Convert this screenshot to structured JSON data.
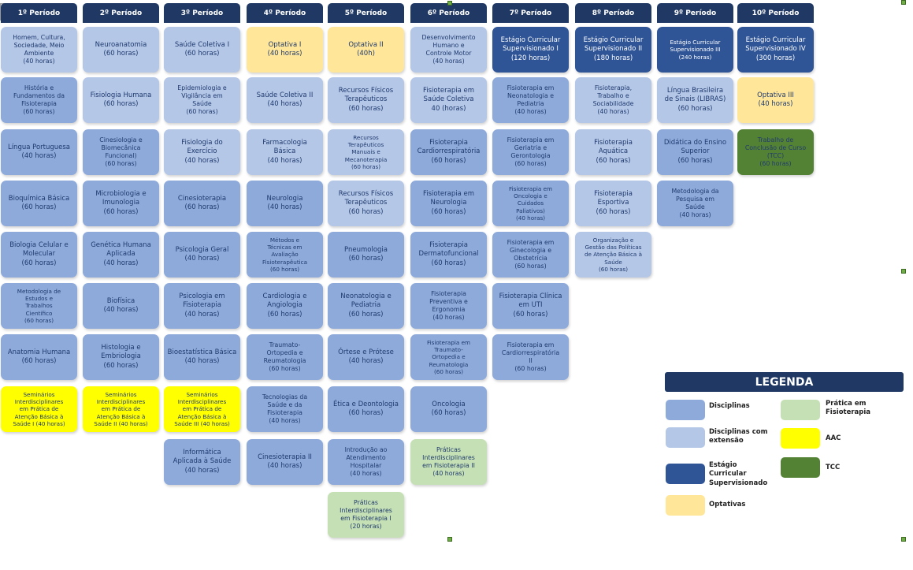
{
  "periods": [
    "1º Período",
    "2º Período",
    "3º Período",
    "4º Período",
    "5º Período",
    "6º Período",
    "7º Período",
    "8º Período",
    "9º Período",
    "10º Período"
  ],
  "courses": [
    {
      "p": 0,
      "r": 0,
      "cat": "ext",
      "text": "Homem, Cultura,\nSociedade, Meio\nAmbiente\n(40 horas)"
    },
    {
      "p": 0,
      "r": 1,
      "cat": "disc",
      "text": "História e\nFundamentos da\nFisioterapia\n(60 horas)"
    },
    {
      "p": 0,
      "r": 2,
      "cat": "disc",
      "text": "Língua Portuguesa\n(40 horas)"
    },
    {
      "p": 0,
      "r": 3,
      "cat": "disc",
      "text": "Bioquímica Básica\n(60 horas)"
    },
    {
      "p": 0,
      "r": 4,
      "cat": "disc",
      "text": "Biologia Celular e\nMolecular\n(60 horas)"
    },
    {
      "p": 0,
      "r": 5,
      "cat": "disc",
      "text": "Metodologia de\nEstudos e\nTrabalhos\nCientífico\n(60 horas)"
    },
    {
      "p": 0,
      "r": 6,
      "cat": "disc",
      "text": "Anatomia Humana\n(60 horas)"
    },
    {
      "p": 0,
      "r": 7,
      "cat": "aac",
      "text": "Seminários\nInterdisciplinares\nem Prática de\nAtenção Básica à\nSaúde I (40 horas)"
    },
    {
      "p": 1,
      "r": 0,
      "cat": "ext",
      "text": "Neuroanatomia\n(60 horas)"
    },
    {
      "p": 1,
      "r": 1,
      "cat": "ext",
      "text": "Fisiologia Humana\n(60 horas)"
    },
    {
      "p": 1,
      "r": 2,
      "cat": "disc",
      "text": "Cinesiologia e\nBiomecânica\nFuncional)\n(60 horas)"
    },
    {
      "p": 1,
      "r": 3,
      "cat": "disc",
      "text": "Microbiologia e\nImunologia\n(60 horas)"
    },
    {
      "p": 1,
      "r": 4,
      "cat": "disc",
      "text": "Genética Humana\nAplicada\n(40 horas)"
    },
    {
      "p": 1,
      "r": 5,
      "cat": "disc",
      "text": "Biofísica\n(40 horas)"
    },
    {
      "p": 1,
      "r": 6,
      "cat": "disc",
      "text": "Histologia e\nEmbriologia\n(60 horas)"
    },
    {
      "p": 1,
      "r": 7,
      "cat": "aac",
      "text": "Seminários\nInterdisciplinares\nem Prática de\nAtenção Básica à\nSaúde II (40 horas)"
    },
    {
      "p": 2,
      "r": 0,
      "cat": "ext",
      "text": "Saúde Coletiva I\n(60 horas)"
    },
    {
      "p": 2,
      "r": 1,
      "cat": "ext",
      "text": "Epidemiologia e\nVigilância em\nSaúde\n(60 horas)"
    },
    {
      "p": 2,
      "r": 2,
      "cat": "ext",
      "text": "Fisiologia do\nExercício\n(40 horas)"
    },
    {
      "p": 2,
      "r": 3,
      "cat": "disc",
      "text": "Cinesioterapia\n(60 horas)"
    },
    {
      "p": 2,
      "r": 4,
      "cat": "disc",
      "text": "Psicologia Geral\n(40 horas)"
    },
    {
      "p": 2,
      "r": 5,
      "cat": "disc",
      "text": "Psicologia em\nFisioterapia\n(40 horas)"
    },
    {
      "p": 2,
      "r": 6,
      "cat": "disc",
      "text": "Bioestatística Básica\n(40 horas)"
    },
    {
      "p": 2,
      "r": 7,
      "cat": "aac",
      "text": "Seminários\nInterdisciplinares\nem Prática de\nAtenção Básica à\nSaúde III (40 horas)"
    },
    {
      "p": 2,
      "r": 8,
      "cat": "disc",
      "text": "Informática\nAplicada à Saúde\n(40 horas)"
    },
    {
      "p": 3,
      "r": 0,
      "cat": "opt",
      "text": "Optativa I\n(40 horas)"
    },
    {
      "p": 3,
      "r": 1,
      "cat": "ext",
      "text": "Saúde Coletiva II\n(40 horas)"
    },
    {
      "p": 3,
      "r": 2,
      "cat": "ext",
      "text": "Farmacologia\nBásica\n(40 horas)"
    },
    {
      "p": 3,
      "r": 3,
      "cat": "disc",
      "text": "Neurologia\n(40 horas)"
    },
    {
      "p": 3,
      "r": 4,
      "cat": "disc",
      "text": "Métodos e\nTécnicas em\nAvaliação\nFisioterapêutica\n(60 horas)"
    },
    {
      "p": 3,
      "r": 5,
      "cat": "disc",
      "text": "Cardiologia e\nAngiologia\n(60 horas)"
    },
    {
      "p": 3,
      "r": 6,
      "cat": "disc",
      "text": "Traumato-\nOrtopedia e\nReumatologia\n(60 horas)"
    },
    {
      "p": 3,
      "r": 7,
      "cat": "disc",
      "text": "Tecnologias da\nSaúde e da\nFisioterapia\n(40 horas)"
    },
    {
      "p": 3,
      "r": 8,
      "cat": "disc",
      "text": "Cinesioterapia II\n(40 horas)"
    },
    {
      "p": 4,
      "r": 0,
      "cat": "opt",
      "text": "Optativa II\n(40h)"
    },
    {
      "p": 4,
      "r": 1,
      "cat": "ext",
      "text": "Recursos Físicos\nTerapêuticos\n(60 horas)"
    },
    {
      "p": 4,
      "r": 2,
      "cat": "ext",
      "text": "Recursos\nTerapêuticos\nManuais e\nMecanoterapia\n(60 horas)"
    },
    {
      "p": 4,
      "r": 3,
      "cat": "ext",
      "text": "Recursos Físicos\nTerapêuticos\n(60 horas)"
    },
    {
      "p": 4,
      "r": 4,
      "cat": "disc",
      "text": "Pneumologia\n(60 horas)"
    },
    {
      "p": 4,
      "r": 5,
      "cat": "disc",
      "text": "Neonatologia e\nPediatria\n(60 horas)"
    },
    {
      "p": 4,
      "r": 6,
      "cat": "disc",
      "text": "Órtese e Prótese\n(40 horas)"
    },
    {
      "p": 4,
      "r": 7,
      "cat": "disc",
      "text": "Ética e Deontologia\n(60 horas)"
    },
    {
      "p": 4,
      "r": 8,
      "cat": "disc",
      "text": "Introdução ao\nAtendimento\nHospitalar\n(40 horas)"
    },
    {
      "p": 4,
      "r": 9,
      "cat": "pra",
      "text": "Práticas\nInterdisciplinares\nem Fisioterapia I\n(20 horas)"
    },
    {
      "p": 5,
      "r": 0,
      "cat": "ext",
      "text": "Desenvolvimento\nHumano e\nControle Motor\n(40 horas)"
    },
    {
      "p": 5,
      "r": 1,
      "cat": "ext",
      "text": "Fisioterapia em\nSaúde Coletiva\n40 (horas)"
    },
    {
      "p": 5,
      "r": 2,
      "cat": "disc",
      "text": "Fisioterapia\nCardiorrespiratória\n(60 horas)"
    },
    {
      "p": 5,
      "r": 3,
      "cat": "disc",
      "text": "Fisioterapia em\nNeurologia\n(60 horas)"
    },
    {
      "p": 5,
      "r": 4,
      "cat": "disc",
      "text": "Fisioterapia\nDermatofuncional\n(60 horas)"
    },
    {
      "p": 5,
      "r": 5,
      "cat": "disc",
      "text": "Fisioterapia\nPreventiva e\nErgonomia\n(40 horas)"
    },
    {
      "p": 5,
      "r": 6,
      "cat": "disc",
      "text": "Fisioterapia em\nTraumato-\nOrtopedia e\nReumatologia\n(60 horas)"
    },
    {
      "p": 5,
      "r": 7,
      "cat": "disc",
      "text": "Oncologia\n(60 horas)"
    },
    {
      "p": 5,
      "r": 8,
      "cat": "pra",
      "text": "Práticas\nInterdisciplinares\nem Fisioterapia II\n(40 horas)"
    },
    {
      "p": 6,
      "r": 0,
      "cat": "est",
      "text": "Estágio Curricular\nSupervisionado I\n(120 horas)"
    },
    {
      "p": 6,
      "r": 1,
      "cat": "disc",
      "text": "Fisioterapia em\nNeonatologia e\nPediatria\n(40 horas)"
    },
    {
      "p": 6,
      "r": 2,
      "cat": "disc",
      "text": "Fisioterapia em\nGeriatria e\nGerontologia\n(60 horas)"
    },
    {
      "p": 6,
      "r": 3,
      "cat": "disc",
      "text": "Fisioterapia em\nOncologia e\nCuidados\nPaliativos)\n(40 horas)"
    },
    {
      "p": 6,
      "r": 4,
      "cat": "disc",
      "text": "Fisioterapia em\nGinecologia e\nObstetrícia\n(60 horas)"
    },
    {
      "p": 6,
      "r": 5,
      "cat": "disc",
      "text": "Fisioterapia Clínica\nem UTI\n(60 horas)"
    },
    {
      "p": 6,
      "r": 6,
      "cat": "disc",
      "text": "Fisioterapia em\nCardiorrespiratória\nII\n(60 horas)"
    },
    {
      "p": 7,
      "r": 0,
      "cat": "est",
      "text": "Estágio Curricular\nSupervisionado II\n(180 horas)"
    },
    {
      "p": 7,
      "r": 1,
      "cat": "ext",
      "text": "Fisioterapia,\nTrabalho e\nSociabilidade\n(40 horas)"
    },
    {
      "p": 7,
      "r": 2,
      "cat": "ext",
      "text": "Fisioterapia\nAquática\n(60 horas)"
    },
    {
      "p": 7,
      "r": 3,
      "cat": "ext",
      "text": "Fisioterapia\nEsportiva\n(60 horas)"
    },
    {
      "p": 7,
      "r": 4,
      "cat": "ext",
      "text": "Organização e\nGestão das Políticas\nde Atenção Básica à\nSaúde\n(60 horas)"
    },
    {
      "p": 8,
      "r": 0,
      "cat": "est",
      "text": "Estágio Curricular\nSupervisionado III\n(240 horas)"
    },
    {
      "p": 8,
      "r": 1,
      "cat": "ext",
      "text": "Língua Brasileira\nde Sinais (LIBRAS)\n(60 horas)"
    },
    {
      "p": 8,
      "r": 2,
      "cat": "disc",
      "text": "Didática do Ensino\nSuperior\n(60 horas)"
    },
    {
      "p": 8,
      "r": 3,
      "cat": "disc",
      "text": "Metodologia da\nPesquisa em\nSaúde\n(40 horas)"
    },
    {
      "p": 9,
      "r": 0,
      "cat": "est",
      "text": "Estágio Curricular\nSupervisionado IV\n(300 horas)"
    },
    {
      "p": 9,
      "r": 1,
      "cat": "opt",
      "text": "Optativa III\n(40 horas)"
    },
    {
      "p": 9,
      "r": 2,
      "cat": "tcc",
      "text": "Trabalho de\nConclusão de Curso\n(TCC)\n(60 horas)"
    }
  ],
  "legend": {
    "title": "LEGENDA",
    "items": [
      {
        "cat": "disc",
        "label": "Disciplinas"
      },
      {
        "cat": "ext",
        "label": "Disciplinas com\nextensão"
      },
      {
        "cat": "est",
        "label": "Estágio\nCurricular\nSupervisionado"
      },
      {
        "cat": "opt",
        "label": "Optativas"
      },
      {
        "cat": "pra",
        "label": "Prática em\nFisioterapia"
      },
      {
        "cat": "aac",
        "label": "AAC"
      },
      {
        "cat": "tcc",
        "label": "TCC"
      }
    ]
  },
  "colors": {
    "header": "#1f3864",
    "disc": "#8eaadb",
    "ext": "#b4c7e7",
    "est": "#2f5597",
    "opt": "#ffe699",
    "aac": "#ffff00",
    "pra": "#c5e0b4",
    "tcc": "#548235"
  }
}
